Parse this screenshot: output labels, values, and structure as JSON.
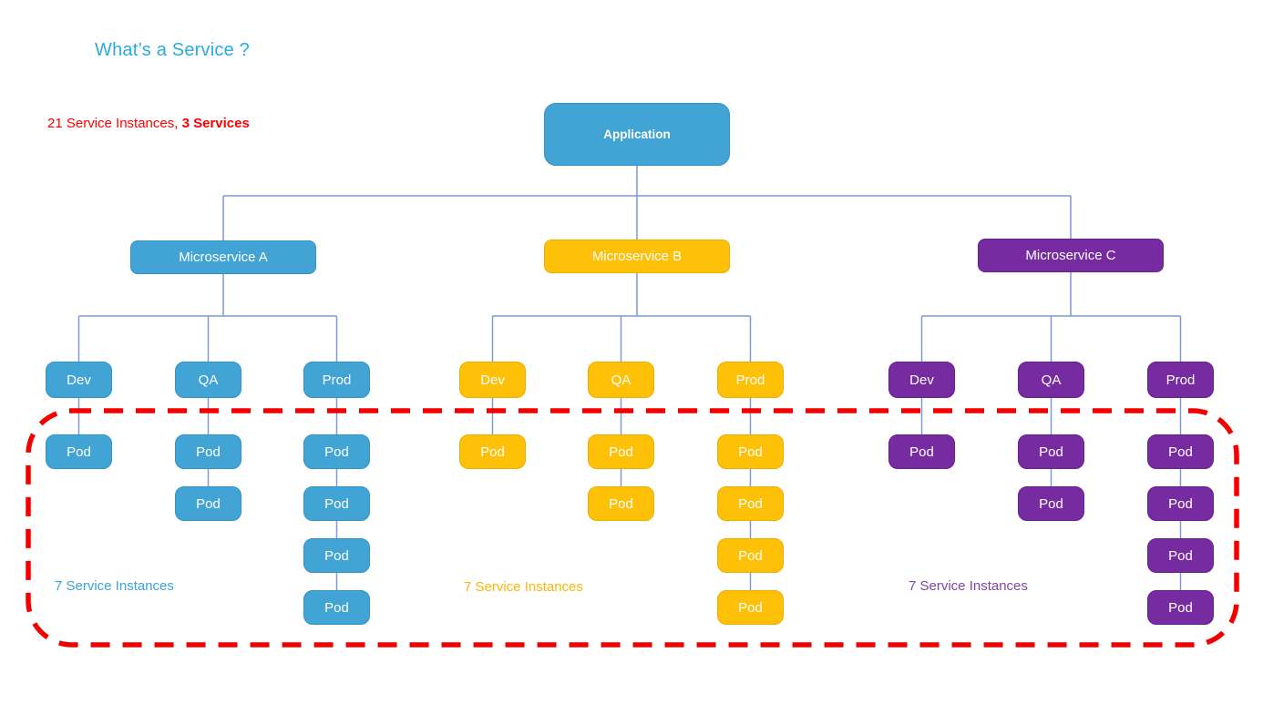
{
  "title": {
    "text": "What’s a Service ?"
  },
  "summary": {
    "normal": "21 Service Instances, ",
    "bold": "3 Services"
  },
  "colors": {
    "title": "#29ABE2",
    "summary": "#FF0000",
    "application": "#42A3D5",
    "microservice_a": "#42A3D5",
    "microservice_b": "#FFC008",
    "microservice_c": "#762CA0",
    "connector": "#7E99D8",
    "boundary": "#F20000",
    "label_a": "#3BA3DC",
    "label_b": "#FFB608",
    "label_c": "#8246A8"
  },
  "tree": {
    "root": {
      "label": "Application"
    },
    "groups": [
      {
        "name": "Microservice A",
        "instances_label": "7 Service Instances",
        "envs": [
          {
            "label": "Dev",
            "pods": [
              "Pod"
            ]
          },
          {
            "label": "QA",
            "pods": [
              "Pod",
              "Pod"
            ]
          },
          {
            "label": "Prod",
            "pods": [
              "Pod",
              "Pod",
              "Pod",
              "Pod"
            ]
          }
        ]
      },
      {
        "name": "Microservice B",
        "instances_label": "7 Service Instances",
        "envs": [
          {
            "label": "Dev",
            "pods": [
              "Pod"
            ]
          },
          {
            "label": "QA",
            "pods": [
              "Pod",
              "Pod"
            ]
          },
          {
            "label": "Prod",
            "pods": [
              "Pod",
              "Pod",
              "Pod",
              "Pod"
            ]
          }
        ]
      },
      {
        "name": "Microservice C",
        "instances_label": "7 Service Instances",
        "envs": [
          {
            "label": "Dev",
            "pods": [
              "Pod"
            ]
          },
          {
            "label": "QA",
            "pods": [
              "Pod",
              "Pod"
            ]
          },
          {
            "label": "Prod",
            "pods": [
              "Pod",
              "Pod",
              "Pod",
              "Pod"
            ]
          }
        ]
      }
    ]
  }
}
